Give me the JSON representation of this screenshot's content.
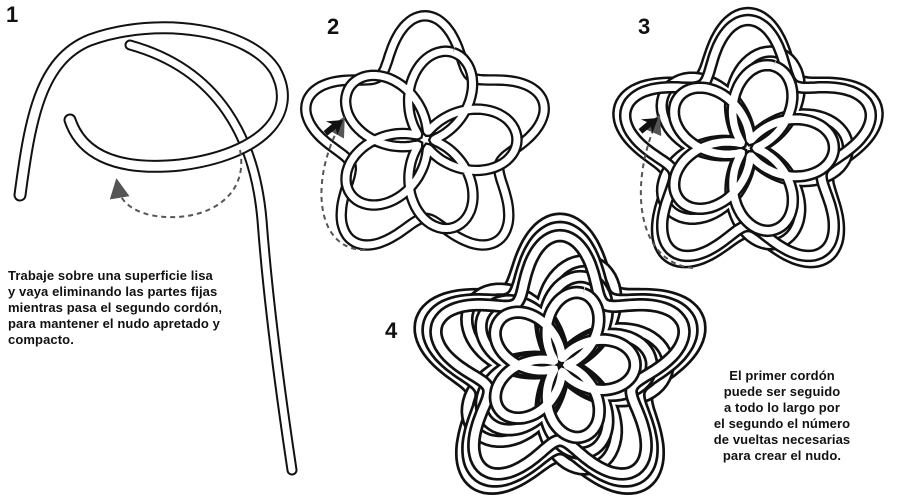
{
  "steps": [
    {
      "number": "1"
    },
    {
      "number": "2"
    },
    {
      "number": "3"
    },
    {
      "number": "4"
    }
  ],
  "captions": {
    "left": [
      "Trabaje sobre una superficie lisa",
      "y vaya eliminando las partes fijas",
      "mientras pasa el segundo cordón,",
      "para mantener el nudo apretado y",
      "compacto."
    ],
    "right": [
      "El primer cordón",
      "puede ser seguido",
      "a todo lo largo por",
      "el segundo el número",
      "de vueltas necesarias",
      "para crear el nudo."
    ]
  },
  "colors": {
    "ink": "#111111",
    "cord_fill": "#ffffff",
    "dashed": "#555555"
  },
  "icons": [
    "arrow-icon",
    "dashed-guide-arrow"
  ]
}
